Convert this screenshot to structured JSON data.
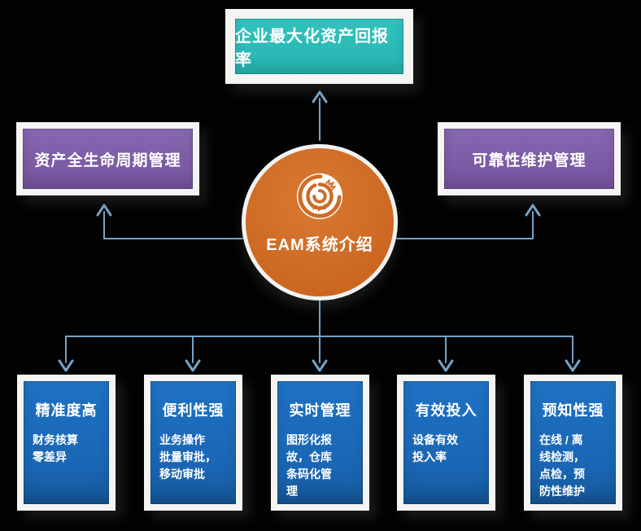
{
  "colors": {
    "background": "#020202",
    "top_box": "#29b8b4",
    "side_box": "#7e5fa9",
    "bottom_box": "#1c6abb",
    "hub": "#cf6b25",
    "arrow": "#74a3c8",
    "frame": "#f4f4f2"
  },
  "hub": {
    "label": "EAM系统介绍",
    "logo": "dragon-swirl-logo"
  },
  "top_box": {
    "label": "企业最大化资产回报率"
  },
  "left_box": {
    "label": "资产全生命周期管理"
  },
  "right_box": {
    "label": "可靠性维护管理"
  },
  "bottom_boxes": [
    {
      "title": "精准度高",
      "body": "财务核算\n零差异"
    },
    {
      "title": "便利性强",
      "body": "业务操作\n批量审批，\n移动审批"
    },
    {
      "title": "实时管理",
      "body": "图形化报\n故，仓库\n条码化管\n理"
    },
    {
      "title": "有效投入",
      "body": "设备有效\n投入率"
    },
    {
      "title": "预知性强",
      "body": "在线 / 离\n线检测，\n点检，预\n防性维护"
    }
  ]
}
